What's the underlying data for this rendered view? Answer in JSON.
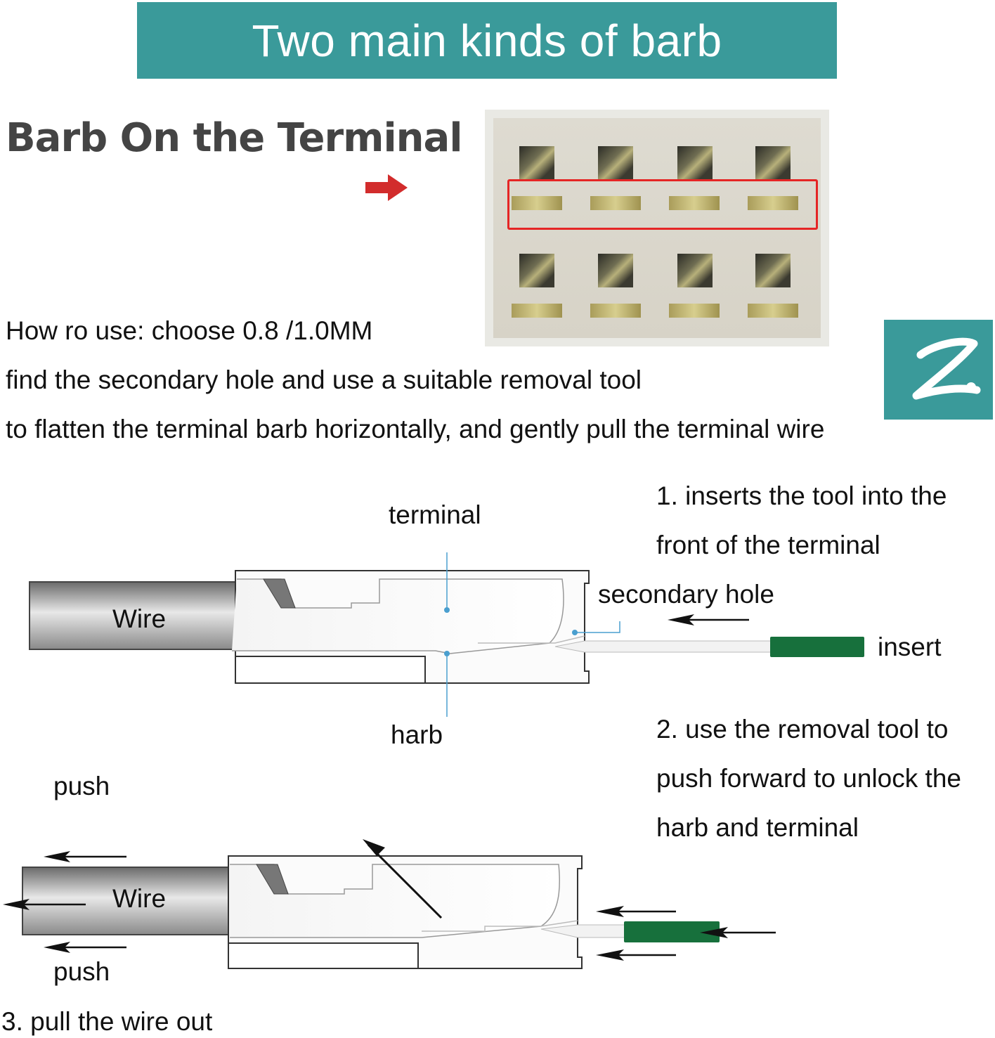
{
  "banner": {
    "title": "Two main kinds of barb"
  },
  "heading": "Barb On the Terminal",
  "step_badge": {
    "numeral": "2"
  },
  "instructions": {
    "line1": "How ro use:  choose 0.8 /1.0MM",
    "line2": "find the secondary hole and use a suitable removal tool",
    "line3": "to flatten the terminal barb horizontally, and gently pull the terminal wire"
  },
  "diagram1": {
    "wire": "Wire",
    "terminal": "terminal",
    "secondary_hole": "secondary hole",
    "insert": "insert",
    "harb": "harb",
    "step1_line1": "1. inserts the tool into the",
    "step1_line2": "front of the terminal"
  },
  "diagram2": {
    "wire": "Wire",
    "push_top": "push",
    "push_bottom": "push",
    "step2_line1": "2. use the removal tool to",
    "step2_line2": "push forward to unlock the",
    "step2_line3": "harb and terminal",
    "step3": "3. pull the wire out"
  },
  "colors": {
    "banner": "#3a9a9a",
    "arrow_red": "#d22c2c",
    "highlight_box": "#e52525",
    "tool_green": "#17703c",
    "pointer_blue": "#4a9fcf"
  },
  "icons": [
    "red-arrow-icon",
    "step-two-numeral-icon"
  ]
}
